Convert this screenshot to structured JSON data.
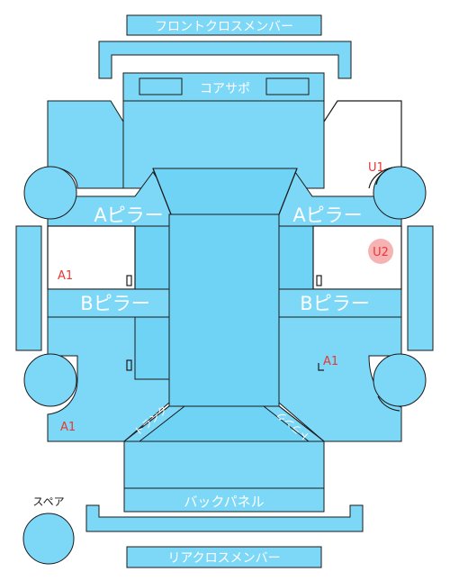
{
  "labels": {
    "front_cross_member": "フロントクロスメンバー",
    "core_support": "コアサポ",
    "a_pillar_left": "Aピラー",
    "a_pillar_right": "Aピラー",
    "b_pillar_left": "Bピラー",
    "b_pillar_right": "Bピラー",
    "back_panel": "バックパネル",
    "rear_cross_member": "リアクロスメンバー",
    "spare": "スペア",
    "trunk_left": "トランク",
    "trunk_right": "トランク"
  },
  "marks": {
    "a1_left_upper": "A1",
    "a1_left_lower": "A1",
    "a1_right": "A1",
    "u1": "U1",
    "u2": "U2"
  },
  "colors": {
    "part_fill": "#7dd8f7",
    "outline": "#1a1a1a",
    "damage_text": "#e53935",
    "u2_badge": "#f7b3b3"
  }
}
